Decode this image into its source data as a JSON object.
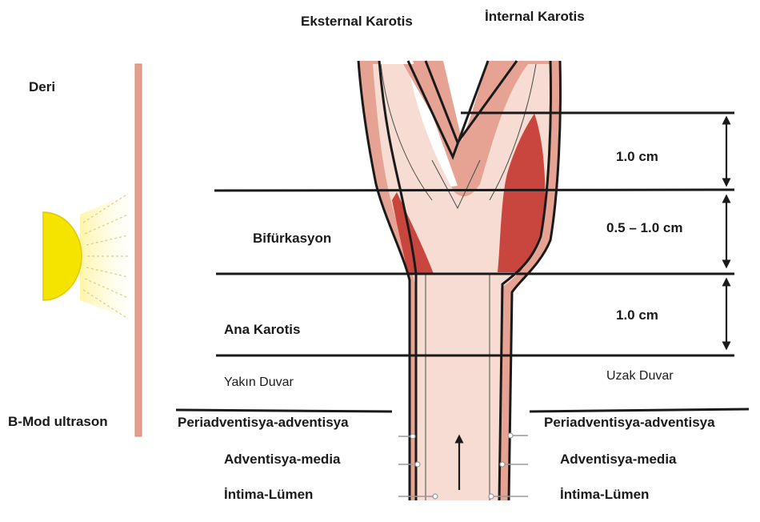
{
  "labels": {
    "external_carotid": "Eksternal Karotis",
    "internal_carotid": "İnternal Karotis",
    "skin": "Deri",
    "bifurcation": "Bifürkasyon",
    "common_carotid": "Ana Karotis",
    "near_wall": "Yakın Duvar",
    "far_wall": "Uzak Duvar",
    "b_mode": "B-Mod ultrason",
    "periadventitia_left": "Periadventisya-adventisya",
    "adventitia_media_left": "Adventisya-media",
    "intima_lumen_left": "İntima-Lümen",
    "periadventitia_right": "Periadventisya-adventisya",
    "adventitia_media_right": "Adventisya-media",
    "intima_lumen_right": "İntima-Lümen"
  },
  "segments": {
    "internal_segment": "1.0 cm",
    "bifurcation_segment": "0.5 – 1.0 cm",
    "common_segment": "1.0 cm"
  },
  "colors": {
    "wall": "#e6a393",
    "lumen": "#f6dcd3",
    "plaque": "#c8463e",
    "outline": "#1a1a1a",
    "transducer": "#f5e400",
    "skin_line": "#e3a08d"
  }
}
